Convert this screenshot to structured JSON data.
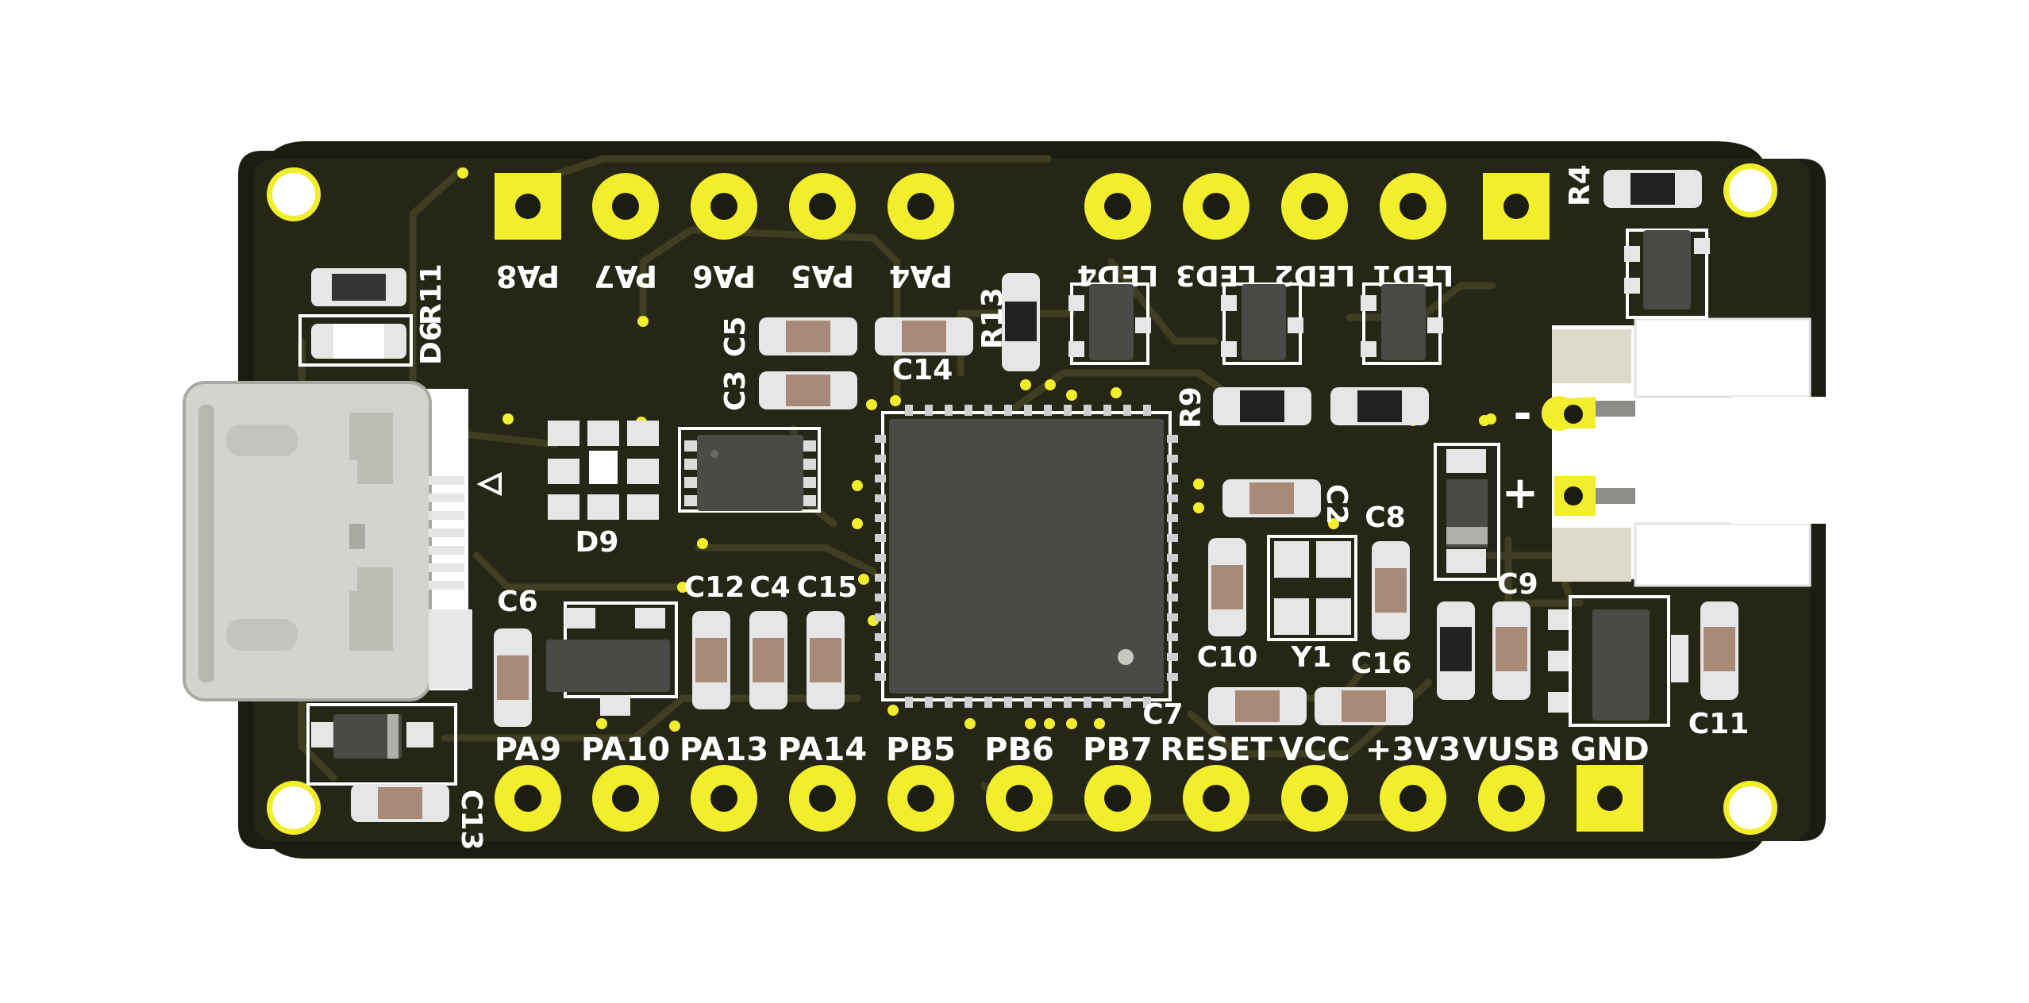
{
  "board": {
    "colors": {
      "background": "#ffffff",
      "pcb": "#1c1c12",
      "copper_pour": "#2a2a18",
      "trace": "#3e3e22",
      "pad_gold": "#f2ee2c",
      "silk": "#ffffff",
      "ic_body": "#4a4a46",
      "smd_pad": "#e6e6e6",
      "cap_body": "#a88a78",
      "usb_metal": "#d4d4cf"
    }
  },
  "top_pins": [
    "PA8",
    "PA7",
    "PA6",
    "PA5",
    "PA4"
  ],
  "led_pins": [
    "LED4",
    "LED3",
    "LED2",
    "LED1"
  ],
  "bottom_pins": [
    "PA9",
    "PA10",
    "PA13",
    "PA14",
    "PB5",
    "PB6",
    "PB7",
    "RESET",
    "VCC",
    "+3V3",
    "VUSB",
    "GND"
  ],
  "designators": {
    "r11": "R11",
    "d6": "D6",
    "r4": "R4",
    "r13": "R13",
    "r9": "R9",
    "c5": "C5",
    "c3": "C3",
    "c14": "C14",
    "d9": "D9",
    "c6": "C6",
    "c12": "C12",
    "c4": "C4",
    "c15": "C15",
    "c2": "C2",
    "c8": "C8",
    "c10": "C10",
    "y1": "Y1",
    "c16": "C16",
    "c9": "C9",
    "c7": "C7",
    "c11": "C11",
    "c13": "C13"
  },
  "battery": {
    "minus": "-",
    "plus": "+"
  }
}
